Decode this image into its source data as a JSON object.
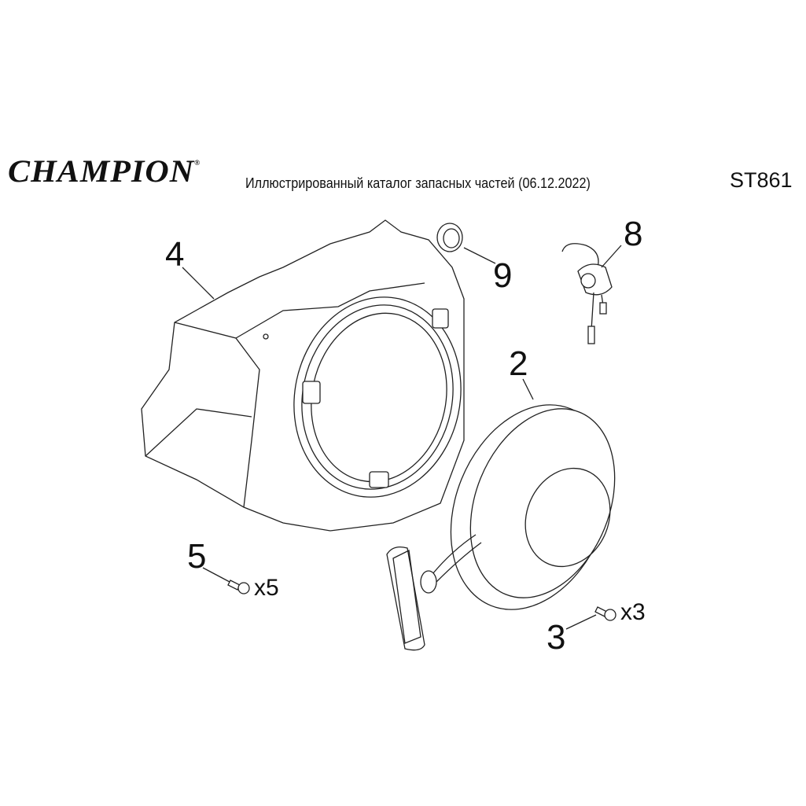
{
  "header": {
    "brand": "CHAMPION",
    "registered": "®",
    "subtitle": "Иллюстрированный каталог запасных частей (06.12.2022)",
    "model": "ST861"
  },
  "callouts": [
    {
      "number": "4",
      "part": "fan-housing"
    },
    {
      "number": "9",
      "part": "grommet"
    },
    {
      "number": "8",
      "part": "stop-switch"
    },
    {
      "number": "2",
      "part": "recoil-starter"
    },
    {
      "number": "5",
      "part": "bolt",
      "quantity": "x5"
    },
    {
      "number": "3",
      "part": "bolt",
      "quantity": "x3"
    }
  ]
}
